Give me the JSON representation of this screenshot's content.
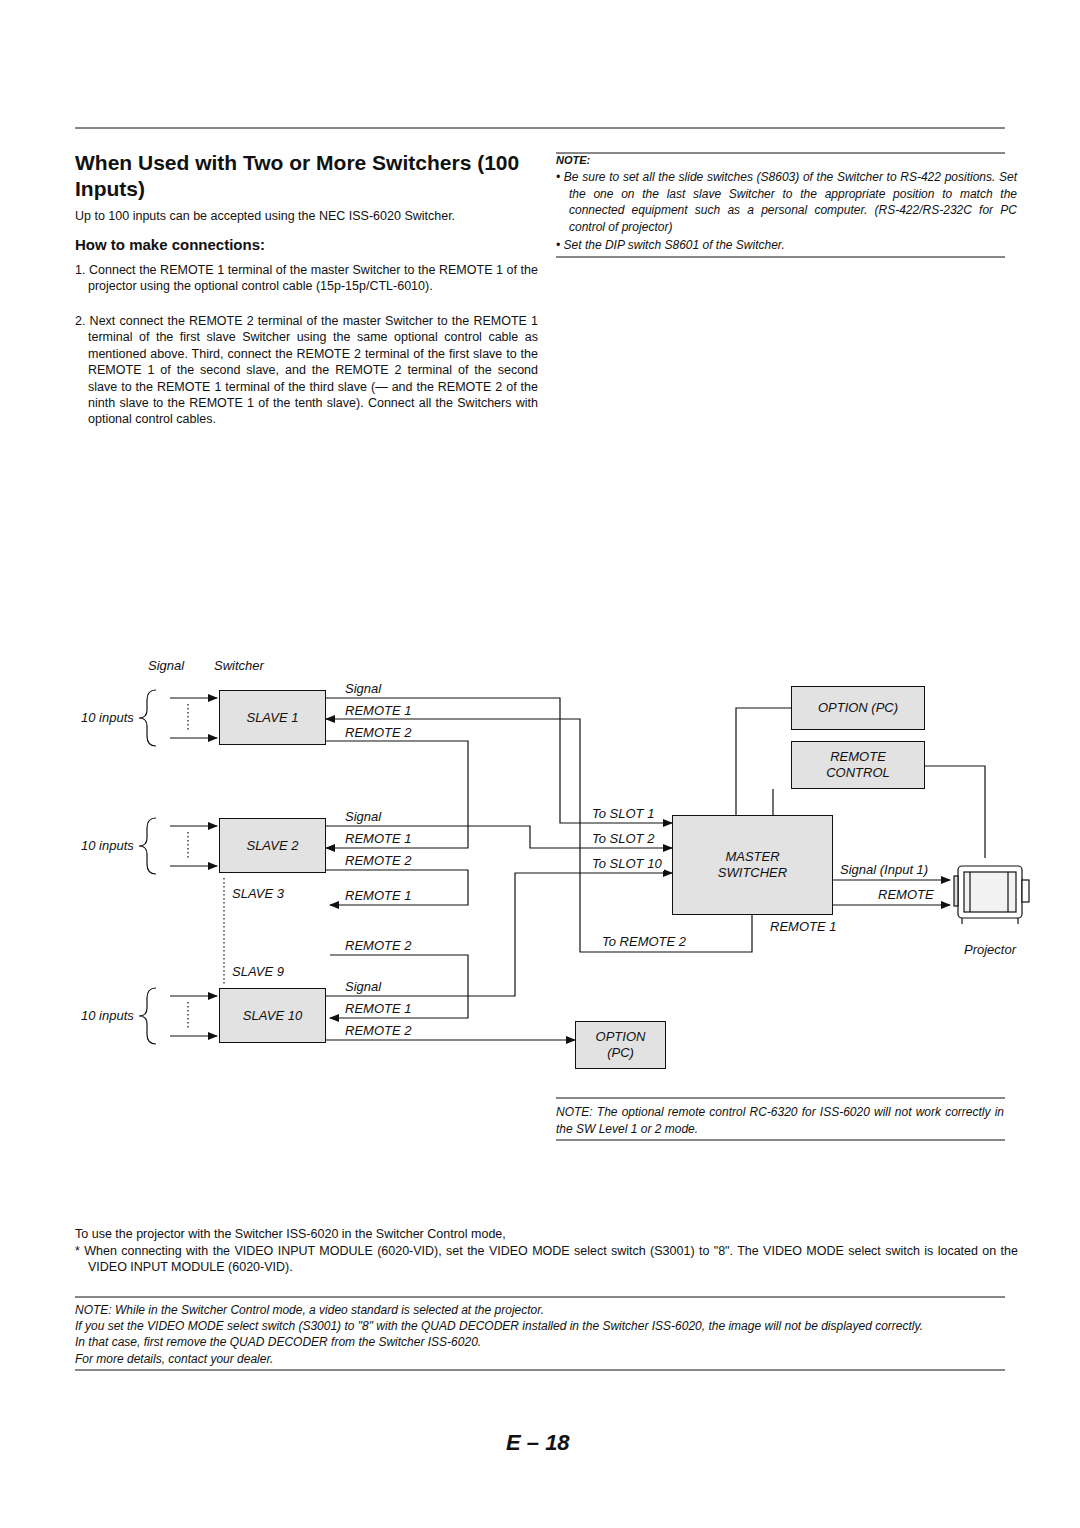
{
  "diagram": {
    "title": "When Used with Two or More Switchers (100 Inputs)",
    "nodes": [
      {
        "text": [
          "SLAVE 1"
        ]
      },
      {
        "text": [
          "SLAVE 2"
        ]
      },
      {
        "text": [
          "SLAVE 10"
        ]
      },
      {
        "text": [
          "OPTION (PC)"
        ]
      },
      {
        "text": [
          "REMOTE CONTROL"
        ]
      },
      {
        "text": [
          "MASTER SWITCHER"
        ]
      },
      {
        "text": [
          "OPTION (PC)"
        ]
      },
      {
        "text": [
          "Projector"
        ]
      }
    ],
    "edges": [
      {
        "from": 0,
        "to": 5,
        "label": "To SLOT 1",
        "arrow": "to"
      },
      {
        "from": 1,
        "to": 5,
        "label": "To SLOT 2",
        "arrow": "to"
      },
      {
        "from": 2,
        "to": 5,
        "label": "To SLOT 10",
        "arrow": "to"
      },
      {
        "from": 5,
        "to": 0,
        "label": "To REMOTE 2",
        "arrow": "to"
      },
      {
        "from": 0,
        "to": 1,
        "arrow": "to"
      },
      {
        "from": 2,
        "to": 6,
        "arrow": "to"
      },
      {
        "from": 3,
        "to": 5,
        "arrow": "none"
      },
      {
        "from": 4,
        "to": 5,
        "arrow": "none"
      },
      {
        "from": 4,
        "to": 7,
        "arrow": "none"
      },
      {
        "from": 5,
        "to": 7,
        "label": "Signal (Input 1)",
        "arrow": "to"
      },
      {
        "from": 5,
        "to": 7,
        "arrow": "to"
      }
    ],
    "labels": [
      "Up to 100 inputs can be accepted using the NEC ISS-6020 Switcher.",
      "How to make connections:",
      "1. Connect the REMOTE 1 terminal of the master Switcher to the REMOTE 1 of the projector using the optional control cable (15p-15p/CTL-6010).",
      "2. Next connect the REMOTE 2 terminal of the master Switcher to the REMOTE 1 terminal of the first slave Switcher using the same optional control cable as mentioned above. Third, connect the REMOTE 2 terminal of the first slave to the REMOTE 1 of the second slave, and the REMOTE 2 terminal of the second slave to the REMOTE 1 terminal of the third slave (— and the REMOTE 2 of the ninth slave to the REMOTE 1 of the tenth slave). Connect all the Switchers with optional control cables.",
      "NOTE:",
      "• Be sure to set all the slide switches (S8603) of the Switcher to RS-422 positions. Set the one on the last slave Switcher to the appropriate position to match the connected equipment such as a personal computer. (RS-422/RS-232C for PC control of projector)",
      "• Set the DIP switch S8601 of the Switcher.",
      "Signal",
      "Switcher",
      "10 inputs",
      "Signal",
      "REMOTE 1",
      "REMOTE 2",
      "Signal",
      "10 inputs",
      "REMOTE 1",
      "REMOTE 2",
      "SLAVE 3",
      "REMOTE 1",
      "REMOTE 2",
      "SLAVE 9",
      "Signal",
      "10 inputs",
      "REMOTE 1",
      "REMOTE 2",
      "REMOTE 1",
      "REMOTE",
      "NOTE: The optional remote control RC-6320 for ISS-6020 will not work correctly in the SW Level 1 or 2 mode.",
      "To use the projector with the Switcher ISS-6020 in the Switcher Control mode,",
      "* When connecting with the VIDEO INPUT MODULE (6020-VID), set the VIDEO MODE select switch (S3001) to \"8\". The VIDEO MODE select switch is located on the VIDEO INPUT MODULE (6020-VID).",
      "NOTE: While in the Switcher Control mode, a video standard is selected at the projector.",
      "If you set the VIDEO MODE select switch (S3001) to \"8\" with the QUAD DECODER installed in the Switcher ISS-6020, the image will not be displayed correctly.",
      "In that case, first remove the QUAD DECODER from the Switcher ISS-6020.",
      "For more details, contact your dealer.",
      "E – 18"
    ]
  }
}
